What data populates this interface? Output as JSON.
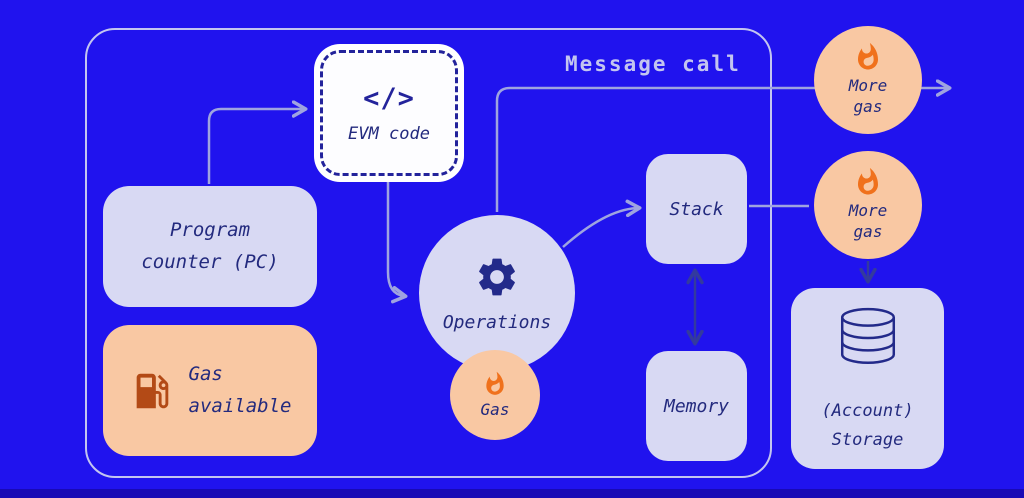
{
  "colors": {
    "background": "#2013ee",
    "node_fill": "#d8d9f3",
    "peach": "#f9c8a3",
    "flame_orange": "#f0711c",
    "text_navy": "#232a7e",
    "line_light": "#9fa4e0",
    "line_dark": "#333a9e",
    "frame_border": "#c3c5f0",
    "pump_icon": "#b34a16"
  },
  "frame": {
    "label": "Message call"
  },
  "nodes": {
    "evm_code": {
      "icon": "</>",
      "label": "EVM code"
    },
    "program_counter": {
      "line1": "Program",
      "line2": "counter (PC)"
    },
    "gas_available": {
      "line1": "Gas",
      "line2": "available"
    },
    "operations": {
      "label": "Operations"
    },
    "gas": {
      "label": "Gas"
    },
    "stack": {
      "label": "Stack"
    },
    "memory": {
      "label": "Memory"
    },
    "more_gas_top": {
      "line1": "More",
      "line2": "gas"
    },
    "more_gas_mid": {
      "line1": "More",
      "line2": "gas"
    },
    "storage": {
      "line1": "(Account)",
      "line2": "Storage"
    }
  }
}
